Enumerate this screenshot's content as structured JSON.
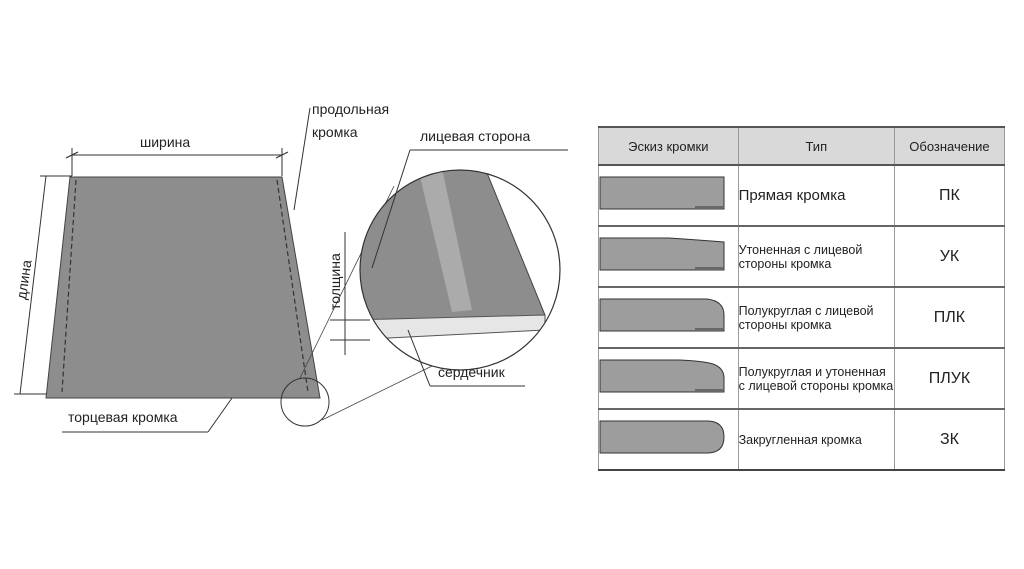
{
  "labels": {
    "width": "ширина",
    "length": "длина",
    "longitudinal_edge_line1": "продольная",
    "longitudinal_edge_line2": "кромка",
    "end_edge": "торцевая кромка",
    "face_side": "лицевая сторона",
    "thickness": "толщина",
    "core": "сердечник"
  },
  "colors": {
    "sheet": "#8d8d8d",
    "core": "#e6e6e6",
    "line": "#333333",
    "table_header": "#d9d9d9"
  },
  "table": {
    "headers": [
      "Эскиз кромки",
      "Тип",
      "Обозначение"
    ],
    "rows": [
      {
        "sketch": "straight-edge-icon",
        "type": "Прямая кромка",
        "code": "ПК"
      },
      {
        "sketch": "thinned-edge-icon",
        "type": "Утоненная с лицевой стороны кромка",
        "code": "УК"
      },
      {
        "sketch": "semicircular-edge-icon",
        "type": "Полукруглая с лицевой стороны кромка",
        "code": "ПЛК"
      },
      {
        "sketch": "semicircular-thinned-edge-icon",
        "type": "Полукруглая и утоненная с лицевой стороны кромка",
        "code": "ПЛУК"
      },
      {
        "sketch": "rounded-edge-icon",
        "type": "Закругленная кромка",
        "code": "ЗК"
      }
    ]
  }
}
